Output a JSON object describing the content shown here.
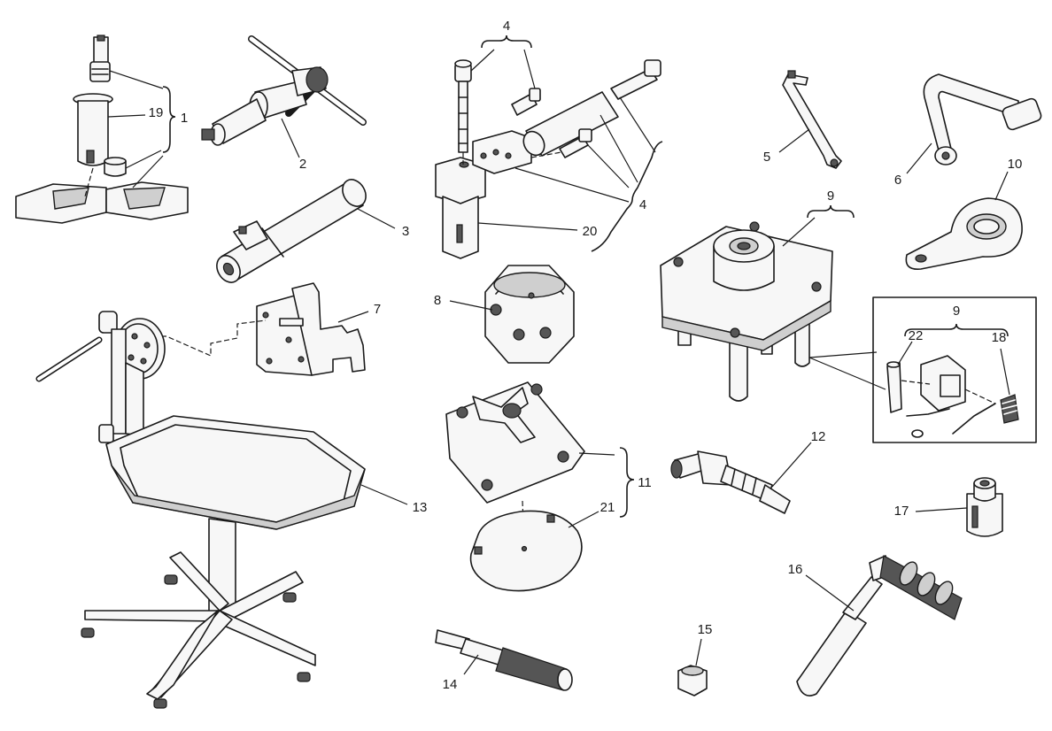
{
  "callouts": {
    "c1": "1",
    "c2": "2",
    "c3": "3",
    "c4a": "4",
    "c4b": "4",
    "c5": "5",
    "c6": "6",
    "c7": "7",
    "c8": "8",
    "c9a": "9",
    "c9b": "9",
    "c10": "10",
    "c11": "11",
    "c12": "12",
    "c13": "13",
    "c14": "14",
    "c15": "15",
    "c16": "16",
    "c17": "17",
    "c18": "18",
    "c19": "19",
    "c20": "20",
    "c21": "21",
    "c22": "22"
  },
  "colors": {
    "line": "#1a1a1a",
    "background": "#ffffff",
    "part_fill": "#f7f7f7",
    "shade_dark": "#555555",
    "shade_mid": "#cfcfcf"
  }
}
